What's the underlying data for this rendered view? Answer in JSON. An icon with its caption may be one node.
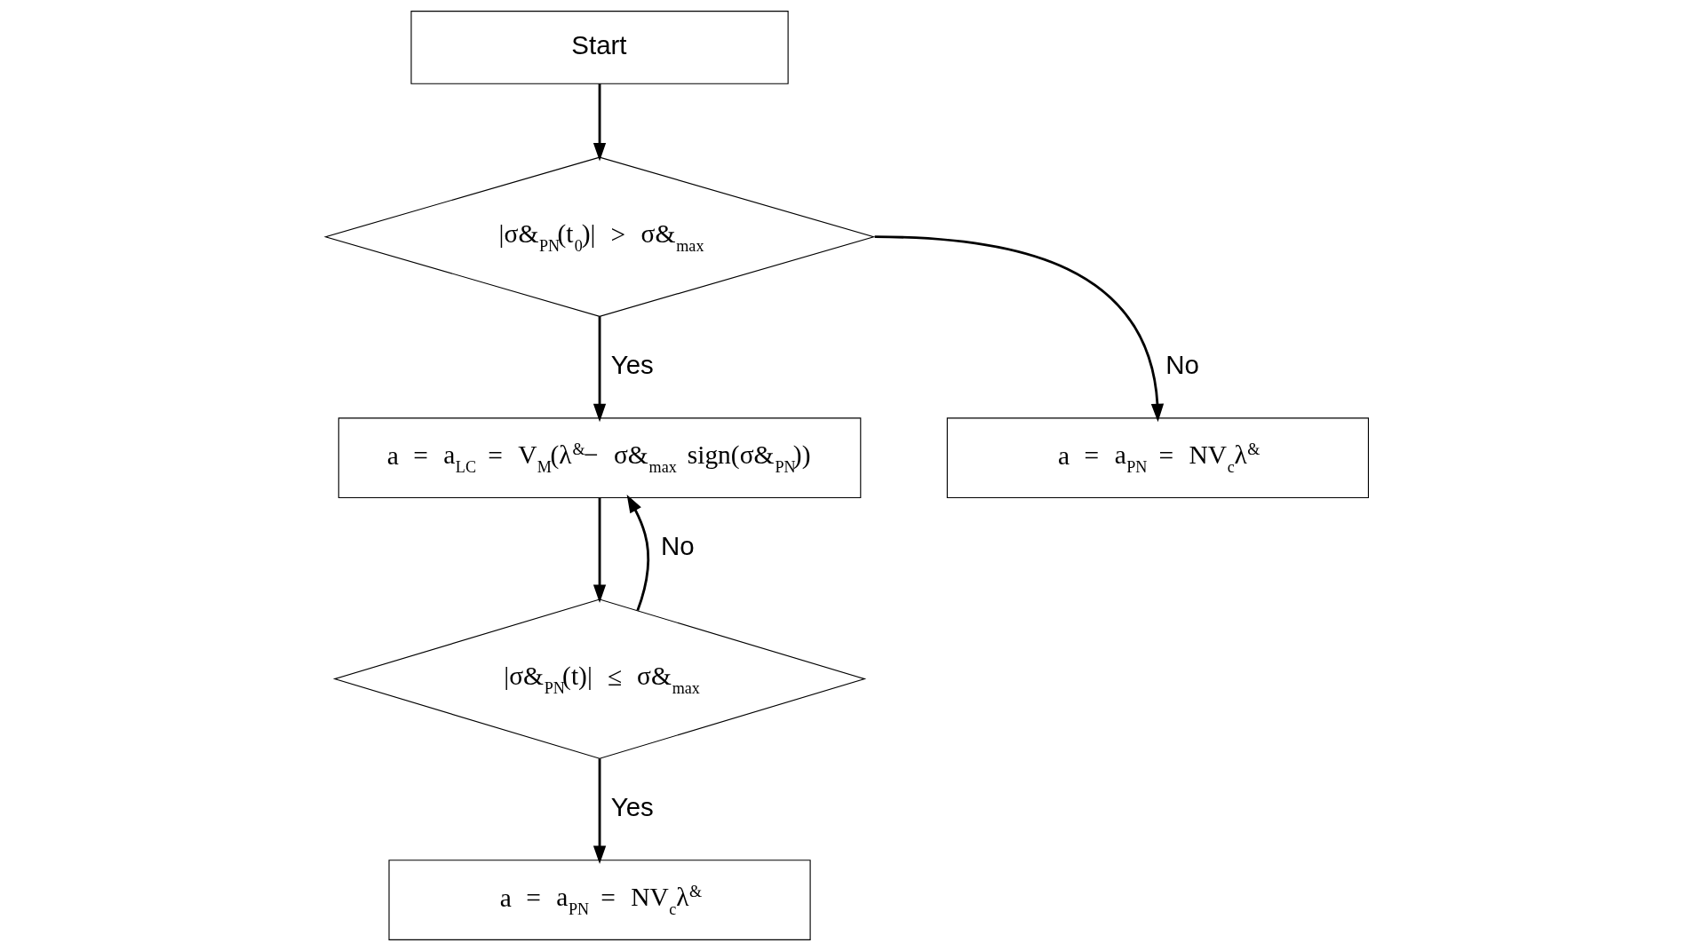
{
  "diagram": {
    "nodes": [
      {
        "text": [
          "Start"
        ]
      },
      {
        "text": [
          "|σ&$_{PN}$(t$_{0}$)| > σ&$_{max}$"
        ]
      },
      {
        "text": [
          "a = a$_{LC}$ = V$_{M}$(λ$^{&}$− σ&$_{max}$ sign(σ&$_{PN}$))"
        ]
      },
      {
        "text": [
          "a = a$_{PN}$ = NV$_{c}$λ$^{&}$"
        ]
      },
      {
        "text": [
          "|σ&$_{PN}$(t)| ≤ σ&$_{max}$"
        ]
      },
      {
        "text": [
          "a = a$_{PN}$ = NV$_{c}$λ$^{&}$"
        ]
      }
    ],
    "edges": [
      {
        "from": 0,
        "to": 1,
        "arrow": "to"
      },
      {
        "from": 1,
        "to": 2,
        "arrow": "to",
        "label": "Yes"
      },
      {
        "from": 1,
        "to": 3,
        "arrow": "to",
        "label": "No"
      },
      {
        "from": 2,
        "to": 4,
        "arrow": "to"
      },
      {
        "from": 4,
        "to": 2,
        "arrow": "to",
        "label": "No"
      },
      {
        "from": 4,
        "to": 5,
        "arrow": "to",
        "label": "Yes"
      }
    ]
  }
}
